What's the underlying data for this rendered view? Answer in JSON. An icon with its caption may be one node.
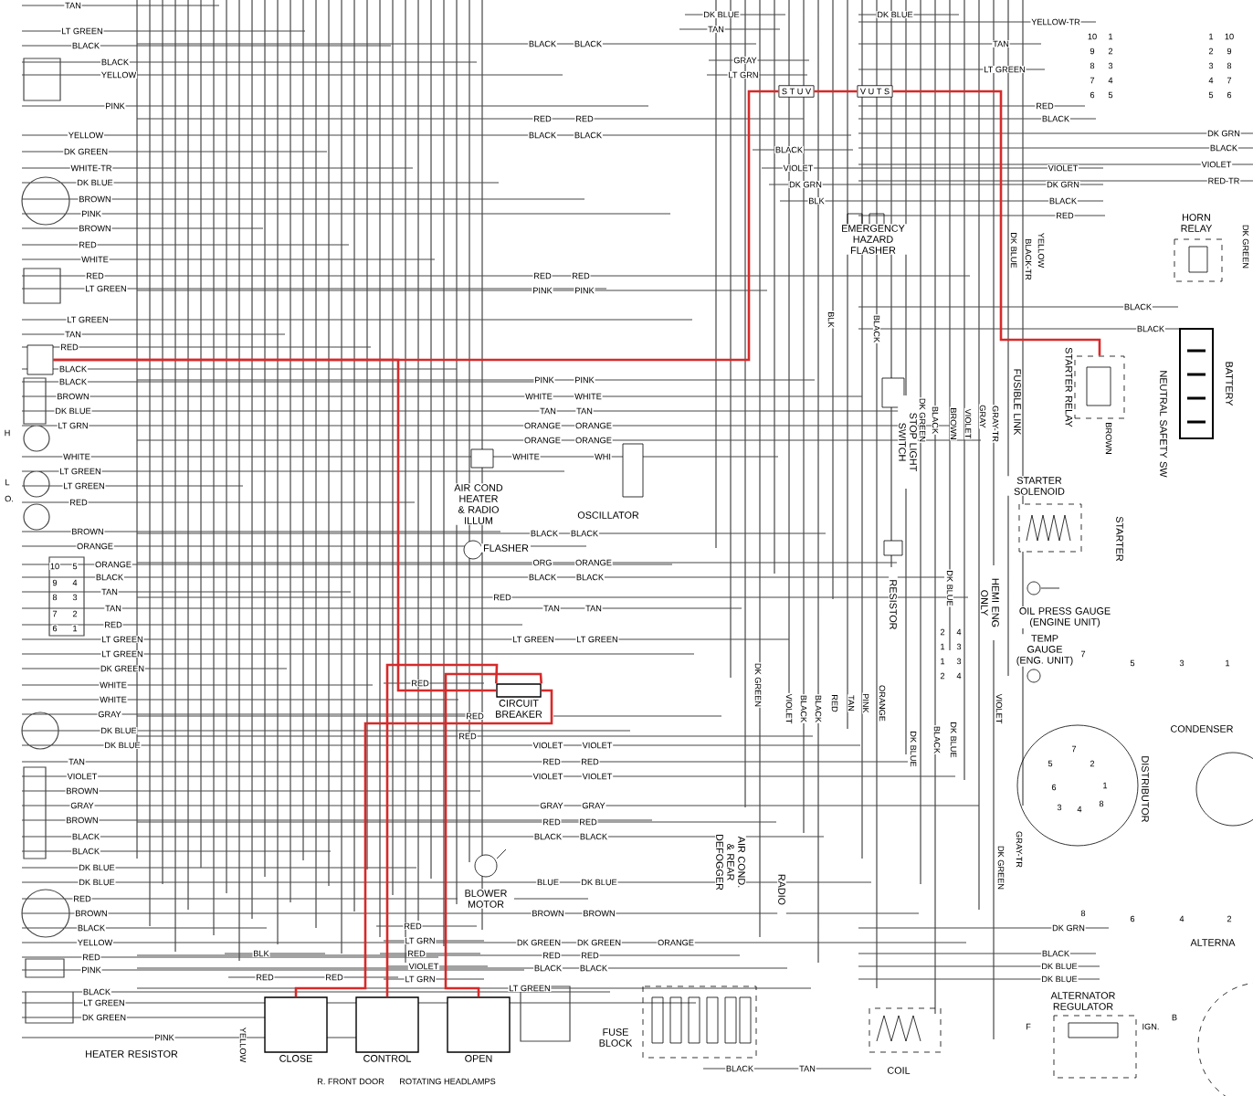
{
  "diagram": {
    "nodes": [
      {
        "text": [
          "EMERGENCY HAZARD FLASHER"
        ]
      },
      {
        "text": [
          "FLASHER"
        ]
      },
      {
        "text": [
          "CIRCUIT BREAKER"
        ]
      },
      {
        "text": [
          "BLOWER MOTOR"
        ]
      },
      {
        "text": [
          "AIR COND HEATER & RADIO ILLUM"
        ]
      },
      {
        "text": [
          "OSCILLATOR"
        ]
      },
      {
        "text": [
          "HORN RELAY"
        ]
      },
      {
        "text": [
          "STARTER RELAY"
        ]
      },
      {
        "text": [
          "NEUTRAL SAFETY SW"
        ]
      },
      {
        "text": [
          "BATTERY"
        ]
      },
      {
        "text": [
          "STARTER SOLENOID"
        ]
      },
      {
        "text": [
          "STOP LIGHT SWITCH"
        ]
      },
      {
        "text": [
          "OIL PRESS GAUGE (ENGINE UNIT)"
        ]
      },
      {
        "text": [
          "TEMP GAUGE (ENG. UNIT)"
        ]
      },
      {
        "text": [
          "DISTRIBUTOR"
        ]
      },
      {
        "text": [
          "CONDENSER"
        ]
      },
      {
        "text": [
          "ALTERNATOR REGULATOR"
        ]
      },
      {
        "text": [
          "ALTERNA"
        ]
      },
      {
        "text": [
          "COIL"
        ]
      },
      {
        "text": [
          "FUSE BLOCK"
        ]
      },
      {
        "text": [
          "HEATER RESISTOR"
        ]
      },
      {
        "text": [
          "CLOSE"
        ]
      },
      {
        "text": [
          "CONTROL"
        ]
      },
      {
        "text": [
          "OPEN"
        ]
      },
      {
        "text": [
          "RESISTOR"
        ]
      },
      {
        "text": [
          "FUSIBLE LINK"
        ]
      },
      {
        "text": [
          "STARTER"
        ]
      },
      {
        "text": [
          "HEMI ENG ONLY"
        ]
      },
      {
        "text": [
          "AIR COND. & REAR DEFOGGER"
        ]
      },
      {
        "text": [
          "RADIO"
        ]
      },
      {
        "text": [],
        "shape": "box"
      },
      {
        "text": [
          "S T U V"
        ]
      },
      {
        "text": [
          "V U T S"
        ]
      }
    ],
    "edges": [
      {
        "from": 30,
        "to": 31,
        "arrow": "none",
        "color": "#d62a2a"
      },
      {
        "from": 31,
        "to": 32,
        "arrow": "none",
        "color": "#d62a2a"
      },
      {
        "from": 32,
        "to": 7,
        "arrow": "none",
        "color": "#d62a2a"
      },
      {
        "from": 30,
        "to": 2,
        "arrow": "none",
        "color": "#d62a2a"
      },
      {
        "from": 2,
        "to": 21,
        "arrow": "none",
        "color": "#d62a2a"
      },
      {
        "from": 2,
        "to": 22,
        "arrow": "none",
        "color": "#d62a2a"
      },
      {
        "from": 2,
        "to": 23,
        "arrow": "none",
        "color": "#d62a2a"
      }
    ],
    "labels": [
      "TAN",
      "LT GREEN",
      "BLACK",
      "BLACK",
      "YELLOW",
      "PINK",
      "YELLOW",
      "DK GREEN",
      "WHITE-TR",
      "DK BLUE",
      "BROWN",
      "PINK",
      "BROWN",
      "RED",
      "WHITE",
      "RED",
      "LT GREEN",
      "LT GREEN",
      "TAN",
      "RED",
      "BLACK",
      "BLACK",
      "BROWN",
      "DK BLUE",
      "LT GRN",
      "H",
      "WHITE",
      "LT GREEN",
      "L",
      "LT GREEN",
      "O.",
      "RED",
      "BROWN",
      "ORANGE",
      "ORANGE",
      "BLACK",
      "TAN",
      "TAN",
      "RED",
      "LT GREEN",
      "LT GREEN",
      "DK GREEN",
      "WHITE",
      "WHITE",
      "GRAY",
      "DK BLUE",
      "DK BLUE",
      "TAN",
      "VIOLET",
      "BROWN",
      "GRAY",
      "BROWN",
      "BLACK",
      "BLACK",
      "DK BLUE",
      "DK BLUE",
      "RED",
      "BROWN",
      "BLACK",
      "YELLOW",
      "RED",
      "PINK",
      "BLACK",
      "LT GREEN",
      "DK GREEN",
      "PINK",
      "YELLOW",
      "10",
      "5",
      "9",
      "4",
      "8",
      "3",
      "7",
      "2",
      "6",
      "1",
      "BLK",
      "RED",
      "RED",
      "RED",
      "RED",
      "RED",
      "LT GRN",
      "RED",
      "VIOLET",
      "LT GRN",
      "R. FRONT DOOR",
      "ROTATING HEADLAMPS",
      "DK BLUE",
      "TAN",
      "GRAY",
      "LT GRN",
      "BLACK",
      "BLACK",
      "RED",
      "RED",
      "BLACK",
      "BLACK",
      "BLACK",
      "VIOLET",
      "DK GRN",
      "BLK",
      "RED",
      "RED",
      "PINK",
      "PINK",
      "PINK",
      "PINK",
      "WHITE",
      "WHITE",
      "TAN",
      "TAN",
      "ORANGE",
      "ORANGE",
      "ORANGE",
      "ORANGE",
      "WHITE",
      "WHI",
      "BLACK",
      "BLACK",
      "BLK",
      "ORG",
      "ORANGE",
      "BLACK",
      "BLACK",
      "RED",
      "TAN",
      "TAN",
      "LT GREEN",
      "LT GREEN",
      "RED",
      "VIOLET",
      "VIOLET",
      "RED",
      "RED",
      "VIOLET",
      "VIOLET",
      "GRAY",
      "GRAY",
      "RED",
      "RED",
      "BLACK",
      "BLACK",
      "BLUE",
      "DK BLUE",
      "BROWN",
      "BROWN",
      "DK GREEN",
      "DK GREEN",
      "RED",
      "RED",
      "BLACK",
      "BLACK",
      "LT GREEN",
      "ORANGE",
      "BLACK",
      "TAN",
      "DK GREEN",
      "VIOLET",
      "BLACK",
      "BLACK",
      "RED",
      "TAN",
      "PINK",
      "ORANGE",
      "DK BLUE",
      "YELLOW-TR",
      "TAN",
      "LT GREEN",
      "RED",
      "BLACK",
      "VIOLET",
      "DK GRN",
      "BLACK",
      "RED",
      "10",
      "1",
      "9",
      "2",
      "8",
      "3",
      "7",
      "4",
      "6",
      "5",
      "1",
      "10",
      "2",
      "9",
      "3",
      "8",
      "4",
      "7",
      "5",
      "6",
      "DK GRN",
      "BLACK",
      "VIOLET",
      "RED-TR",
      "BLACK",
      "BLACK",
      "DK BLUE",
      "BLACK-TR",
      "YELLOW",
      "BLACK",
      "BROWN",
      "DK GREEN",
      "BLACK",
      "BROWN",
      "VIOLET",
      "GRAY",
      "GRAY-TR",
      "DK GREEN",
      "DK BLUE",
      "2",
      "4",
      "1",
      "3",
      "1",
      "3",
      "2",
      "4",
      "DK BLUE",
      "BLACK",
      "DK BLUE",
      "VIOLET",
      "DK GREEN",
      "GRAY-TR",
      "7",
      "5",
      "2",
      "6",
      "1",
      "3",
      "4",
      "8",
      "7",
      "5",
      "3",
      "1",
      "8",
      "6",
      "4",
      "2",
      "DK GRN",
      "BLACK",
      "DK BLUE",
      "DK BLUE",
      "F",
      "IGN.",
      "B"
    ]
  }
}
